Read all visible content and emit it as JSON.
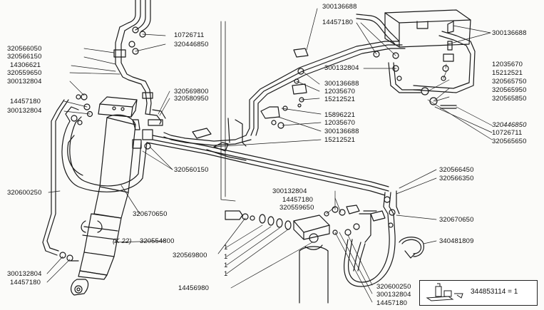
{
  "diagram": {
    "colors": {
      "ink": "#1a1a1a",
      "paper": "#fbfbf9"
    },
    "labels": {
      "l_300136688_top": "300136688",
      "l_14457180_tl": "14457180",
      "l_300136688_tr": "300136688",
      "l_10726711_a": "10726711",
      "l_320446850_a": "320446850",
      "l_320566050": "320566050",
      "l_320566150": "320566150",
      "l_14306621": "14306621",
      "l_320559650_a": "320559650",
      "l_300132804_a": "300132804",
      "l_14457180_a": "14457180",
      "l_300132804_b": "300132804",
      "l_320569800_a": "320569800",
      "l_320580950": "320580950",
      "l_300132804_c": "300132804",
      "l_300136688_m": "300136688",
      "l_12035670_a": "12035670",
      "l_15212521_a": "15212521",
      "l_15896221": "15896221",
      "l_12035670_b": "12035670",
      "l_300136688_b": "300136688",
      "l_15212521_b": "15212521",
      "l_12035670_r": "12035670",
      "l_15212521_r": "15212521",
      "l_320565750": "320565750",
      "l_320565950": "320565950",
      "l_320565850": "320565850",
      "l_320446850_b": "320446850",
      "l_10726711_b": "10726711",
      "l_320565650": "320565650",
      "l_320560150": "320560150",
      "l_320566450": "320566450",
      "l_320566350": "320566350",
      "l_320600250_a": "320600250",
      "l_320670650_a": "320670650",
      "l_300132804_d": "300132804",
      "l_14457180_d": "14457180",
      "l_320559650_b": "320559650",
      "l_320670650_b": "320670650",
      "l_340481809": "340481809",
      "l_k22": "(K 22)",
      "l_320554800": "320554800",
      "l_320569800_b": "320569800",
      "l_one_1": "1",
      "l_one_2": "1",
      "l_one_3": "1",
      "l_one_4": "1",
      "l_300132804_e": "300132804",
      "l_14457180_e": "14457180",
      "l_14456980": "14456980",
      "l_320600250_b": "320600250",
      "l_300132804_f": "300132804",
      "l_14457180_f": "14457180",
      "l_kit": "344853114 = 1"
    }
  }
}
